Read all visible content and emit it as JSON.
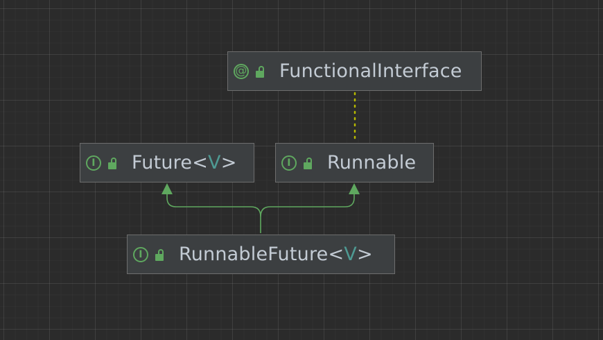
{
  "diagram": {
    "nodes": {
      "functional_interface": {
        "kind_glyph": "@",
        "name": "FunctionalInterface",
        "type_param": ""
      },
      "future": {
        "kind_glyph": "I",
        "name": "Future",
        "type_param": "V"
      },
      "runnable": {
        "kind_glyph": "I",
        "name": "Runnable",
        "type_param": ""
      },
      "runnable_future": {
        "kind_glyph": "I",
        "name": "RunnableFuture",
        "type_param": "V"
      }
    },
    "edges": [
      {
        "from": "runnable_future",
        "to": "future",
        "style": "inheritance"
      },
      {
        "from": "runnable_future",
        "to": "runnable",
        "style": "inheritance"
      },
      {
        "from": "runnable",
        "to": "functional_interface",
        "style": "annotation-dotted"
      }
    ],
    "colors": {
      "background": "#2b2b2b",
      "node_fill": "#3c3f41",
      "node_border": "#6e6e6e",
      "text": "#c3cbd4",
      "type_param": "#4e9a93",
      "icon_green": "#5fa85f",
      "edge_green": "#5fa85f",
      "dotted_edge": "#b5b800"
    },
    "icons": {
      "annotation": "annotation-icon",
      "interface": "interface-icon",
      "access": "unlocked-public-icon"
    }
  }
}
